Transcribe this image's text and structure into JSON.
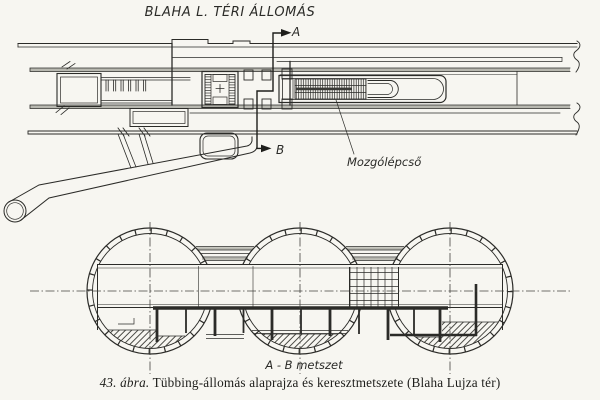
{
  "figure": {
    "plan_title": "BLAHA L. TÉRI ÁLLOMÁS",
    "plan": {
      "marker_a": "A",
      "marker_b": "B",
      "escalator_label": "Mozgólépcső"
    },
    "cross_section": {
      "section_label": "A - B metszet"
    },
    "caption": {
      "figure_number": "43. ábra.",
      "text": "Tübbing-állomás alaprajza és keresztmetszete (Blaha Lujza tér)"
    },
    "colors": {
      "ink": "#2b2b28",
      "paper": "#f7f6f1",
      "wall_fill": "#b8b8b0"
    }
  }
}
